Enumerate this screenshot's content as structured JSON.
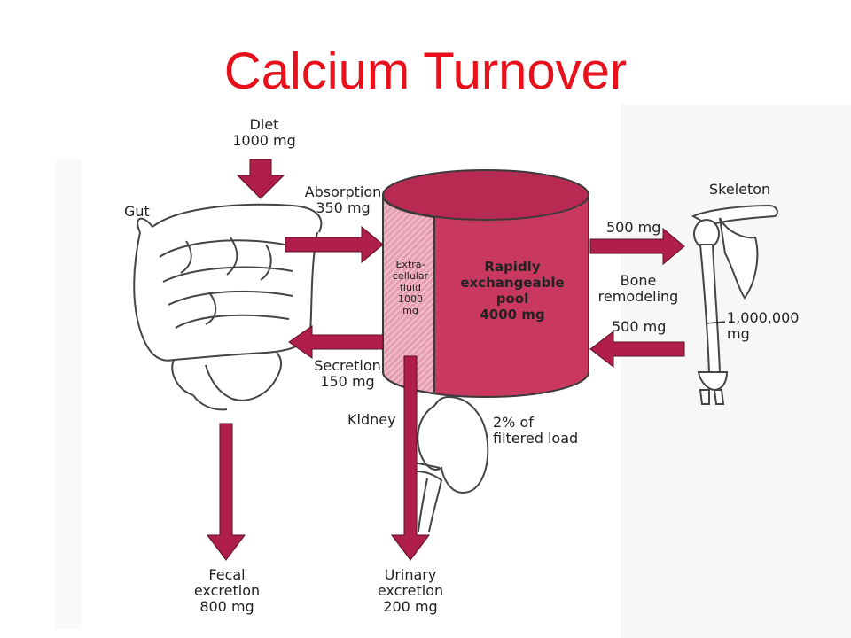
{
  "title": "Calcium Turnover",
  "colors": {
    "title": "#e8111b",
    "arrow": "#b01e4a",
    "pool": "#c9395f",
    "ecf": "#e7a0b2",
    "outline": "#3a3a3a"
  },
  "labels": {
    "diet": [
      "Diet",
      "1000 mg"
    ],
    "gut": "Gut",
    "absorption": [
      "Absorption",
      "350 mg"
    ],
    "secretion": [
      "Secretion",
      "150 mg"
    ],
    "fecal": [
      "Fecal",
      "excretion",
      "800 mg"
    ],
    "kidney": "Kidney",
    "filtered": [
      "2% of",
      "filtered load"
    ],
    "urinary": [
      "Urinary",
      "excretion",
      "200 mg"
    ],
    "ecf": [
      "Extra-",
      "cellular",
      "fluid",
      "1000",
      "mg"
    ],
    "pool": [
      "Rapidly",
      "exchangeable",
      "pool",
      "4000 mg"
    ],
    "to_bone": "500 mg",
    "remodeling": [
      "Bone",
      "remodeling"
    ],
    "from_bone": "500 mg",
    "skeleton": "Skeleton",
    "skeleton_amount": [
      "1,000,000",
      "mg"
    ]
  }
}
